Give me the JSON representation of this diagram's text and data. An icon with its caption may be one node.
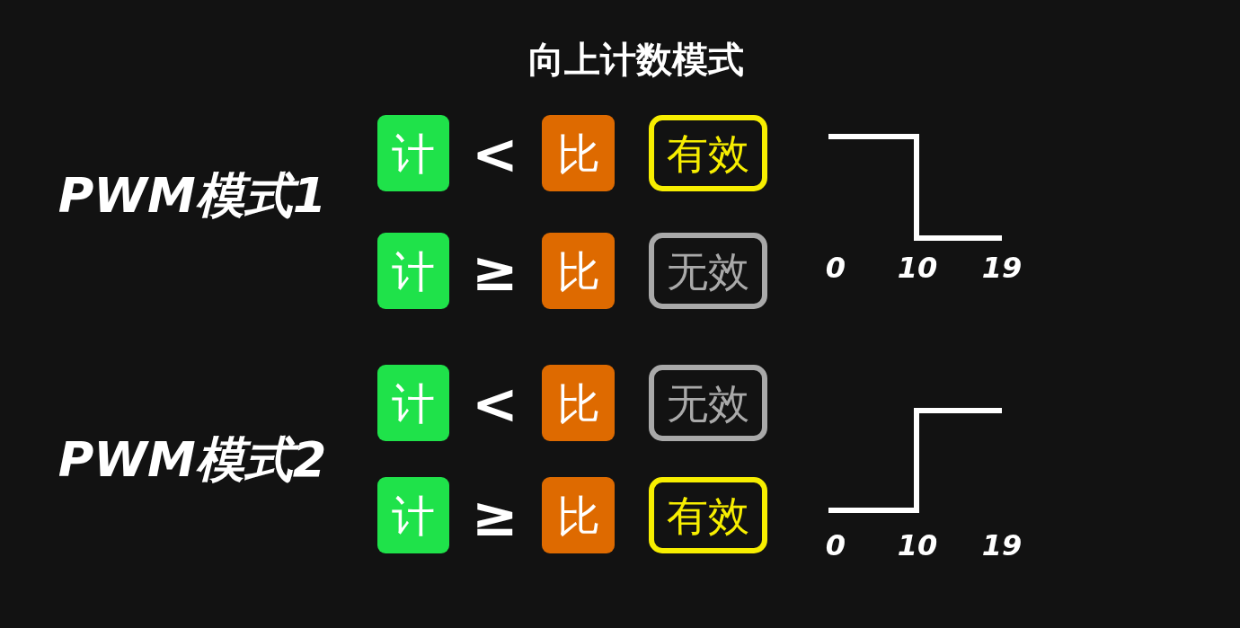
{
  "diagram": {
    "title": "向上计数模式",
    "nodes": [
      {
        "text": [
          "计"
        ]
      },
      {
        "text": [
          "比"
        ]
      },
      {
        "text": [
          "有效"
        ]
      },
      {
        "text": [
          "计"
        ]
      },
      {
        "text": [
          "比"
        ]
      },
      {
        "text": [
          "无效"
        ]
      },
      {
        "text": [
          "计"
        ]
      },
      {
        "text": [
          "比"
        ]
      },
      {
        "text": [
          "无效"
        ]
      },
      {
        "text": [
          "计"
        ]
      },
      {
        "text": [
          "比"
        ]
      },
      {
        "text": [
          "有效"
        ]
      }
    ],
    "edges": [],
    "labels": [
      "PWM模式1",
      "<",
      "≥",
      "0",
      "10",
      "19",
      "PWM模式2",
      "<",
      "≥",
      "0",
      "10",
      "19"
    ]
  }
}
